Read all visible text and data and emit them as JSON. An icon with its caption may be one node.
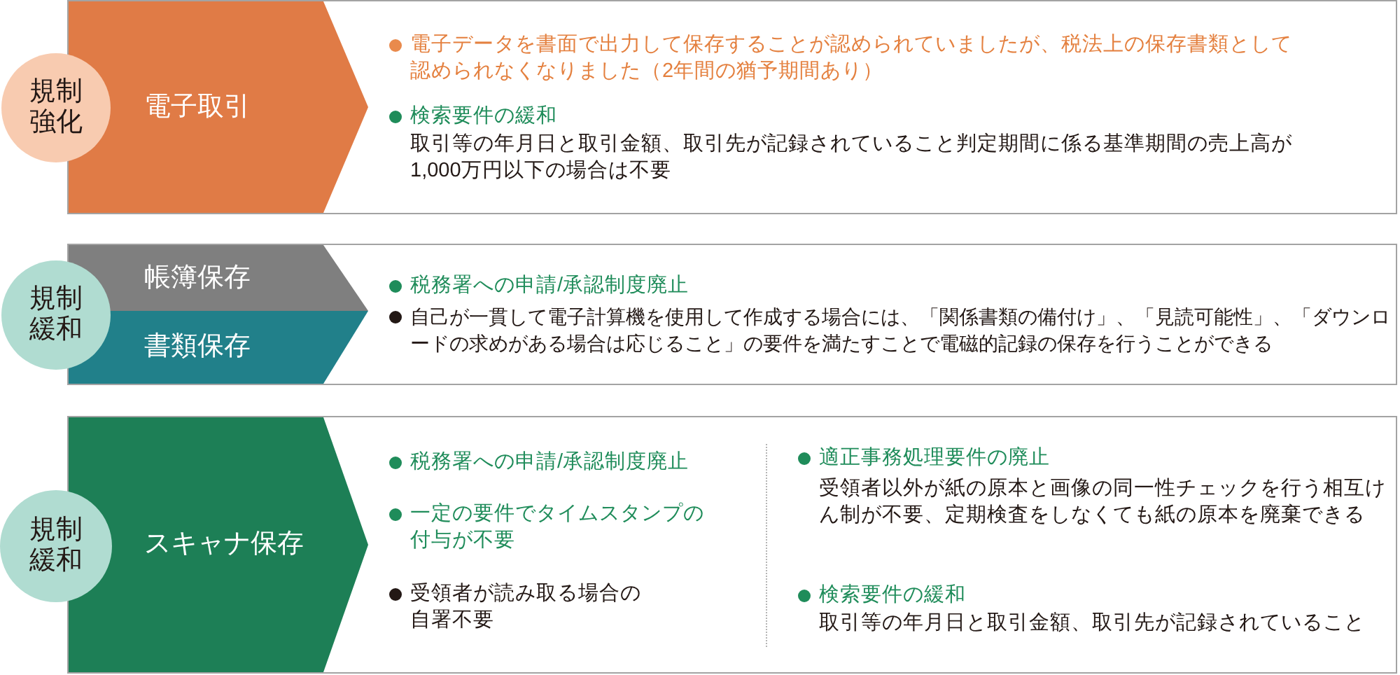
{
  "diagram": {
    "nodes": [
      {
        "text": [
          "規制強化"
        ]
      },
      {
        "text": [
          "電子データを書面で出力して保存することが認められていましたが、税法上の保存書類として認められなくなりました（2年間の猶予期間あり）",
          "検索要件の緩和",
          "取引等の年月日と取引金額、取引先が記録されていること判定期間に係る基準期間の売上高が1,000万円以下の場合は不要"
        ]
      },
      {
        "text": [
          "電子取引"
        ],
        "in": 1
      },
      {
        "text": [
          "規制緩和"
        ]
      },
      {
        "text": [
          "税務署への申請/承認制度廃止",
          "自己が一貫して電子計算機を使用して作成する場合には、「関係書類の備付け」、「見読可能性」、「ダウンロードの求めがある場合は応じること」の要件を満たすことで電磁的記録の保存を行うことができる"
        ]
      },
      {
        "text": [
          "帳簿保存"
        ],
        "in": 4
      },
      {
        "text": [
          "書類保存"
        ],
        "in": 4
      },
      {
        "text": [
          "規制緩和"
        ]
      },
      {
        "text": [
          "税務署への申請/承認制度廃止",
          "一定の要件でタイムスタンプの付与が不要",
          "受領者が読み取る場合の自署不要",
          "適正事務処理要件の廃止",
          "受領者以外が紙の原本と画像の同一性チェックを行う相互けん制が不要、定期検査をしなくても紙の原本を廃棄できる",
          "検索要件の緩和",
          "取引等の年月日と取引金額、取引先が記録されていること"
        ]
      },
      {
        "text": [
          "スキャナ保存"
        ],
        "in": 8
      }
    ]
  }
}
